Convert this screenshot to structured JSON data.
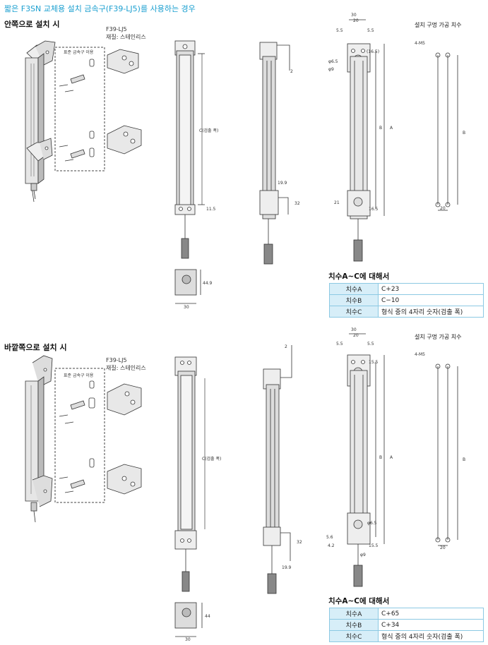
{
  "page_title": "짧은 F3SN 교체용 설치 금속구(F39-LJ5)를 사용하는 경우",
  "sections": [
    {
      "heading": "안쪽으로 설치 시",
      "part_code": "F39-LJ5",
      "material": "재질: 스테인리스",
      "std_label": "표준 금속구 이용",
      "hole_title": "설치 구멍 가공 치수",
      "dims": {
        "c_detect": "C(검출 폭)",
        "d_11_5": "11.5",
        "d_44_9": "44.9",
        "d_30": "30",
        "d_2": "2",
        "d_19_9": "19.9",
        "d_32": "32",
        "d_20": "20",
        "d_5_5": "5.5",
        "d_16_5_paren": "(16.5)",
        "d_6_5": "φ6.5",
        "d_9": "φ9",
        "d_B": "B",
        "d_A": "A",
        "d_21": "21",
        "d_16_5": "16.5",
        "d_4m5": "4-M5"
      },
      "table_heading": "치수A~C에 대해서",
      "table": [
        {
          "key": "치수A",
          "value": "C+23"
        },
        {
          "key": "치수B",
          "value": "C−10"
        },
        {
          "key": "치수C",
          "value": "형식 중의 4자리 숫자(검출 폭)"
        }
      ]
    },
    {
      "heading": "바깥쪽으로 설치 시",
      "part_code": "F39-LJ5",
      "material": "재질: 스테인리스",
      "std_label": "표준 금속구 이용",
      "hole_title": "설치 구멍 가공 치수",
      "dims": {
        "c_detect": "C(검출 폭)",
        "d_44": "44",
        "d_30": "30",
        "d_2": "2",
        "d_19_9": "19.9",
        "d_32": "32",
        "d_20": "20",
        "d_5_5": "5.5",
        "d_15_5": "15.5",
        "d_6_5": "φ6.5",
        "d_9": "φ9",
        "d_B": "B",
        "d_A": "A",
        "d_5_6": "5.6",
        "d_4_2": "4.2",
        "d_4m5": "4-M5"
      },
      "table_heading": "치수A~C에 대해서",
      "table": [
        {
          "key": "치수A",
          "value": "C+65"
        },
        {
          "key": "치수B",
          "value": "C+34"
        },
        {
          "key": "치수C",
          "value": "형식 중의 4자리 숫자(검출 폭)"
        }
      ]
    }
  ],
  "colors": {
    "title": "#1a9fd0",
    "table_key_bg": "#d7eef8",
    "table_border": "#8cc9e3"
  }
}
